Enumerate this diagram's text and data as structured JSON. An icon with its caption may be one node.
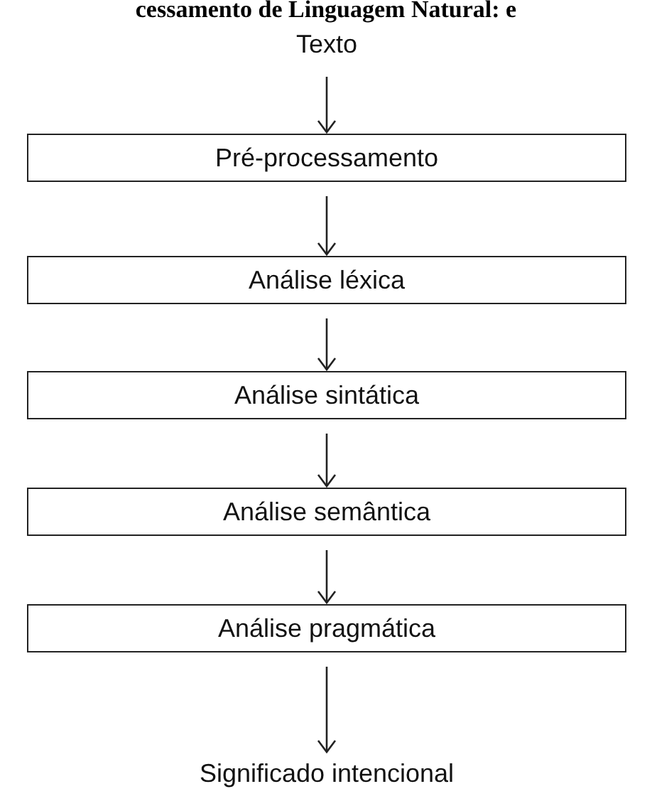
{
  "diagram": {
    "title": "cessamento de Linguagem Natural: e",
    "nodes": [
      {
        "text": [
          "Texto"
        ]
      },
      {
        "text": [
          "Pré-processamento"
        ]
      },
      {
        "text": [
          "Análise léxica"
        ]
      },
      {
        "text": [
          "Análise sintática"
        ]
      },
      {
        "text": [
          "Análise semântica"
        ]
      },
      {
        "text": [
          "Análise pragmática"
        ]
      },
      {
        "text": [
          "Significado intencional"
        ]
      }
    ],
    "edges": [
      {
        "from": 0,
        "to": 1,
        "arrow": "to"
      },
      {
        "from": 1,
        "to": 2,
        "arrow": "to"
      },
      {
        "from": 2,
        "to": 3,
        "arrow": "to"
      },
      {
        "from": 3,
        "to": 4,
        "arrow": "to"
      },
      {
        "from": 4,
        "to": 5,
        "arrow": "to"
      },
      {
        "from": 5,
        "to": 6,
        "arrow": "to"
      }
    ]
  }
}
